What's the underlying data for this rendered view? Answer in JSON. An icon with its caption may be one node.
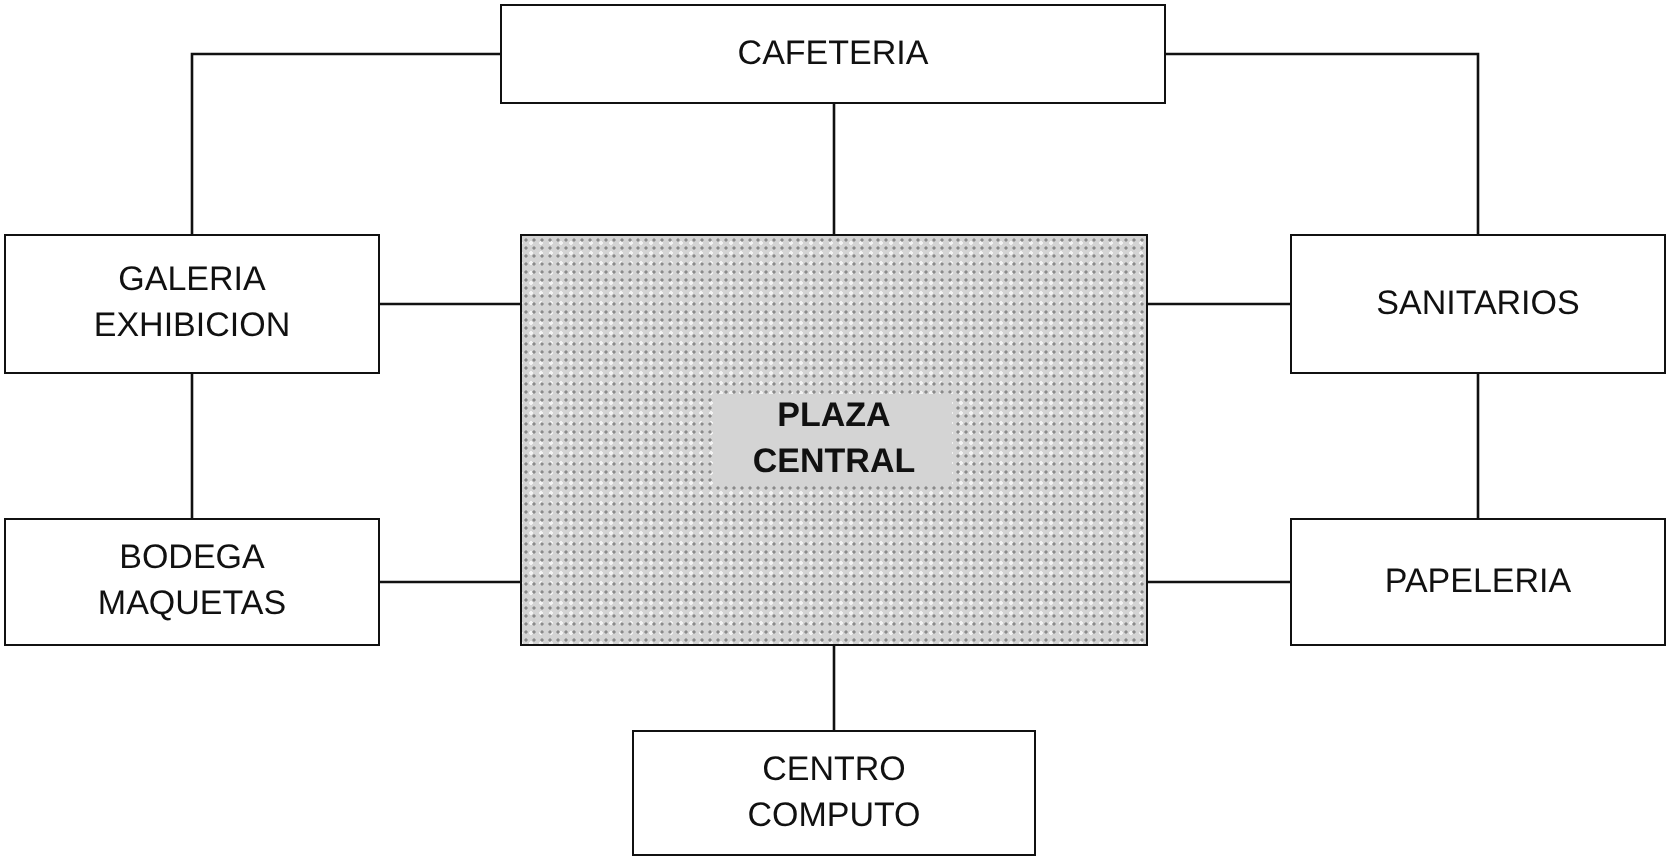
{
  "diagram": {
    "nodes": [
      {
        "text": [
          "CAFETERIA"
        ]
      },
      {
        "text": [
          "GALERIA EXHIBICION"
        ]
      },
      {
        "text": [
          "PLAZA CENTRAL"
        ]
      },
      {
        "text": [
          "SANITARIOS"
        ]
      },
      {
        "text": [
          "BODEGA MAQUETAS"
        ]
      },
      {
        "text": [
          "PAPELERIA"
        ]
      },
      {
        "text": [
          "CENTRO COMPUTO"
        ]
      }
    ],
    "edges": [
      {
        "from": 0,
        "to": 1,
        "arrow": "none"
      },
      {
        "from": 0,
        "to": 3,
        "arrow": "none"
      },
      {
        "from": 0,
        "to": 2,
        "arrow": "none"
      },
      {
        "from": 1,
        "to": 2,
        "arrow": "none"
      },
      {
        "from": 1,
        "to": 4,
        "arrow": "none"
      },
      {
        "from": 2,
        "to": 3,
        "arrow": "none"
      },
      {
        "from": 3,
        "to": 5,
        "arrow": "none"
      },
      {
        "from": 4,
        "to": 2,
        "arrow": "none"
      },
      {
        "from": 2,
        "to": 5,
        "arrow": "none"
      },
      {
        "from": 2,
        "to": 6,
        "arrow": "none"
      }
    ]
  }
}
